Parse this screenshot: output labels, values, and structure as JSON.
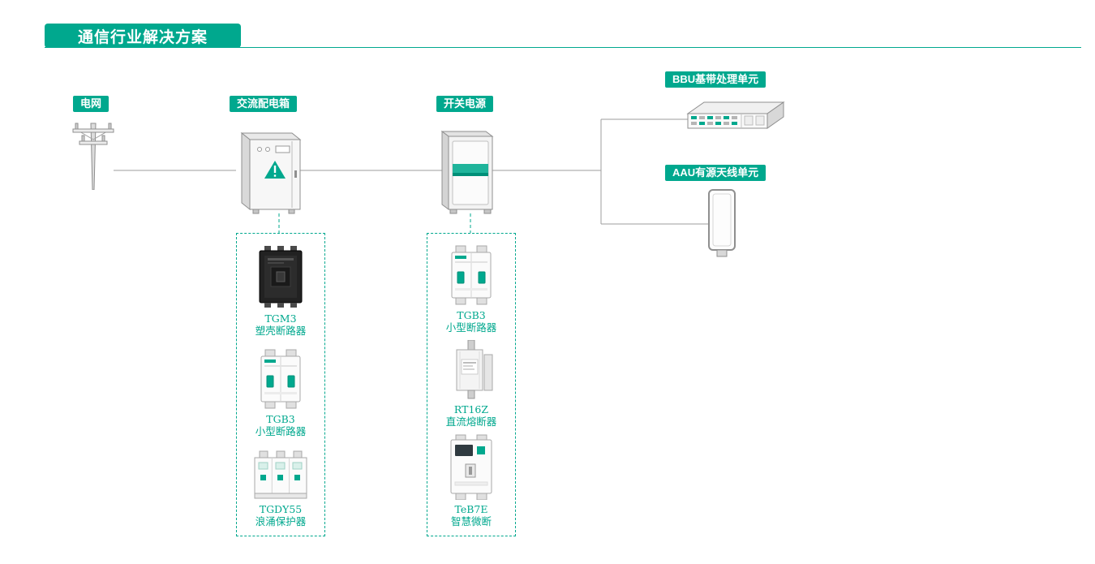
{
  "colors": {
    "accent": "#00a88e",
    "connector": "#9e9e9e"
  },
  "title": "通信行业解决方案",
  "nodes": {
    "grid": {
      "label": "电网"
    },
    "ac_distribution_box": {
      "label": "交流配电箱"
    },
    "switching_power": {
      "label": "开关电源"
    },
    "bbu": {
      "label": "BBU基带处理单元"
    },
    "aau": {
      "label": "AAU有源天线单元"
    }
  },
  "groups": [
    {
      "items": [
        {
          "model": "TGM3",
          "name": "塑壳断路器"
        },
        {
          "model": "TGB3",
          "name": "小型断路器"
        },
        {
          "model": "TGDY55",
          "name": "浪涌保护器"
        }
      ]
    },
    {
      "items": [
        {
          "model": "TGB3",
          "name": "小型断路器"
        },
        {
          "model": "RT16Z",
          "name": "直流熔断器"
        },
        {
          "model": "TeB7E",
          "name": "智慧微断"
        }
      ]
    }
  ]
}
